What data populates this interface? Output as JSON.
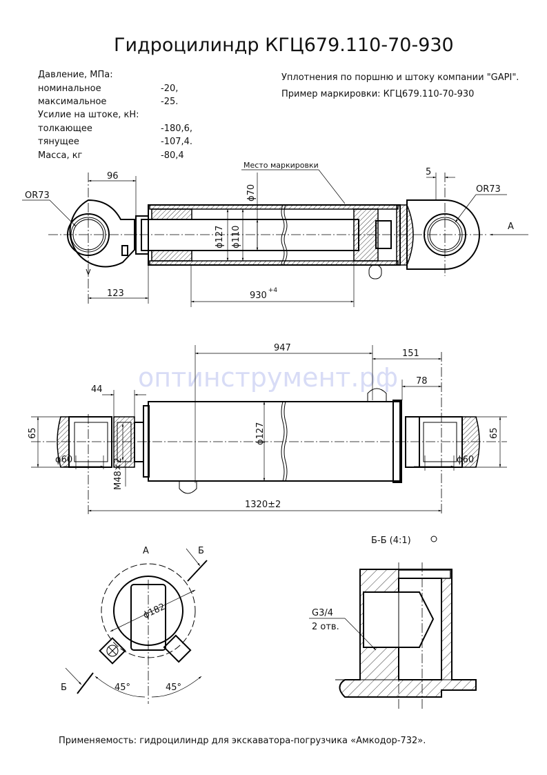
{
  "title": "Гидроцилиндр КГЦ679.110-70-930",
  "specs": [
    {
      "label": "Давление, МПа:",
      "value": ""
    },
    {
      "label": "номинальное",
      "value": "-20,"
    },
    {
      "label": "максимальное",
      "value": "-25."
    },
    {
      "label": "Усилие на штоке, кН:",
      "value": ""
    },
    {
      "label": "толкающее",
      "value": "-180,6,"
    },
    {
      "label": "тянущее",
      "value": "-107,4."
    },
    {
      "label": "Масса, кг",
      "value": "-80,4"
    }
  ],
  "notes": {
    "seals": "Уплотнения по поршню и штоку компании \"GAPI\".",
    "marking_example": "Пример маркировки: КГЦ679.110-70-930"
  },
  "top_view": {
    "marking_place": "Место маркировки",
    "dims": {
      "or_left": "OR73",
      "or_right": "OR73",
      "d96": "96",
      "d123": "123",
      "stroke": "930",
      "stroke_tol": "+4",
      "d5": "5",
      "phi70": "ϕ70",
      "phi127": "ϕ127",
      "phi110": "ϕ110"
    },
    "view_arrow": "А"
  },
  "watermark": "оптинструмент.рф",
  "side_view": {
    "dims": {
      "d947": "947",
      "d151": "151",
      "d78": "78",
      "d44": "44",
      "d65_left": "65",
      "d65_right": "65",
      "phi60_left": "ϕ60",
      "phi60_right": "ϕ60",
      "thread": "M48×2",
      "phi127": "ϕ127",
      "length": "1320±2"
    }
  },
  "view_a": {
    "label": "А",
    "section_mark_top": "Б",
    "section_mark_bottom": "Б",
    "phi182": "ϕ182",
    "angle_left": "45°",
    "angle_right": "45°"
  },
  "section_bb": {
    "label": "Б-Б (4:1)",
    "thread": "G3/4",
    "holes": "2 отв."
  },
  "footer": "Применяемость: гидроцилиндр для экскаватора-погрузчика «Амкодор-732»."
}
